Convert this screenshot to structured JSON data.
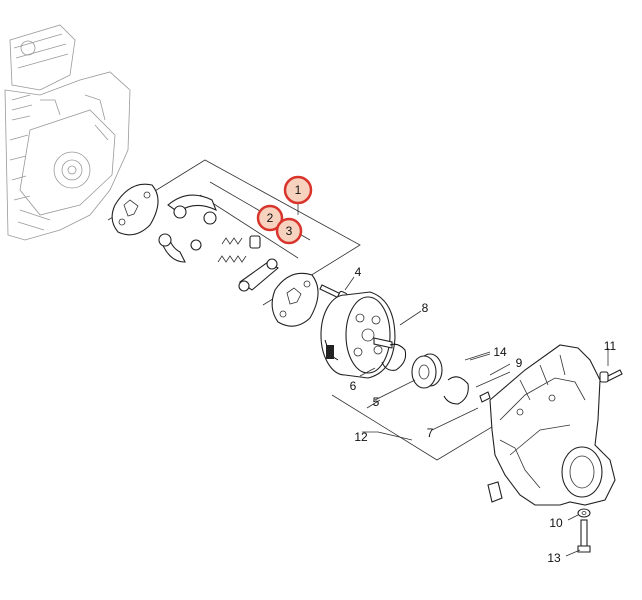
{
  "diagram": {
    "highlight_color": "#d9342b",
    "highlight_fill": "#f6d2bf",
    "callouts": [
      {
        "key": "p1",
        "label": "1",
        "highlighted": true
      },
      {
        "key": "p2",
        "label": "2",
        "highlighted": true
      },
      {
        "key": "p3",
        "label": "3",
        "highlighted": true
      },
      {
        "key": "p4",
        "label": "4",
        "highlighted": false
      },
      {
        "key": "p5",
        "label": "5",
        "highlighted": false
      },
      {
        "key": "p6",
        "label": "6",
        "highlighted": false
      },
      {
        "key": "p7",
        "label": "7",
        "highlighted": false
      },
      {
        "key": "p8",
        "label": "8",
        "highlighted": false
      },
      {
        "key": "p9",
        "label": "9",
        "highlighted": false
      },
      {
        "key": "p10",
        "label": "10",
        "highlighted": false
      },
      {
        "key": "p11",
        "label": "11",
        "highlighted": false
      },
      {
        "key": "p12",
        "label": "12",
        "highlighted": false
      },
      {
        "key": "p13",
        "label": "13",
        "highlighted": false
      },
      {
        "key": "p14",
        "label": "14",
        "highlighted": false
      }
    ]
  }
}
